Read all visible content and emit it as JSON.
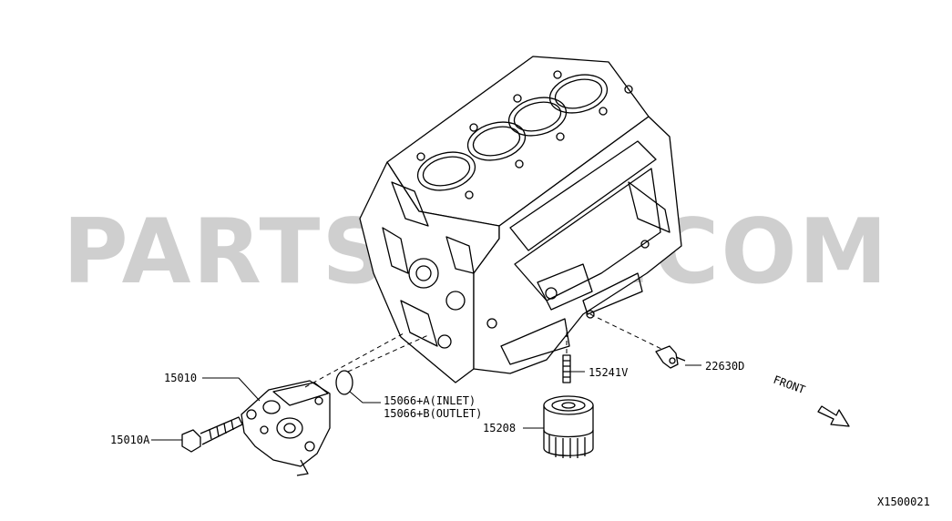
{
  "watermark": "PARTSOUQ.COM",
  "labels": {
    "p15010": "15010",
    "p15010A": "15010A",
    "p15066_a": "15066+A(INLET)",
    "p15066_b": "15066+B(OUTLET)",
    "p15208": "15208",
    "p15241V": "15241V",
    "p22630D": "22630D",
    "front": "FRONT"
  },
  "reference": "X1500021"
}
